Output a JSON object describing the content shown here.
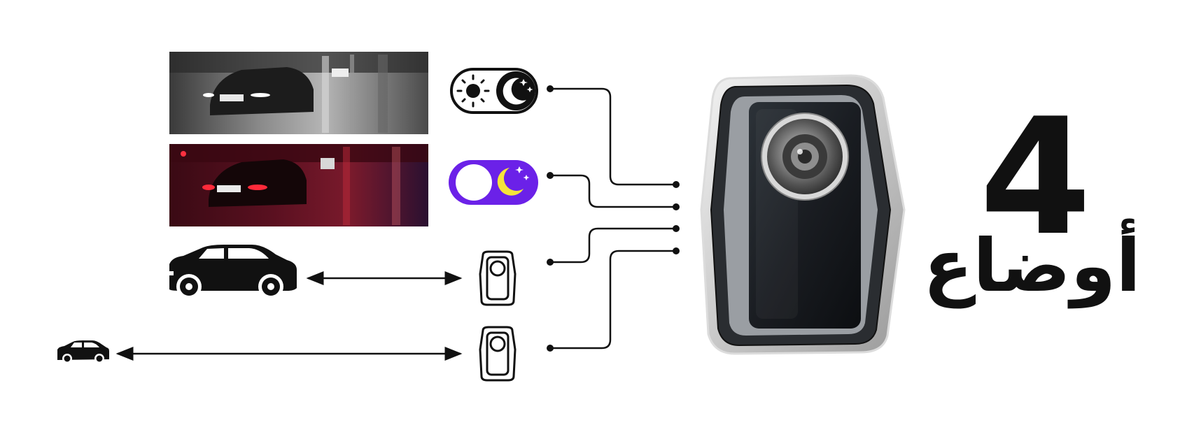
{
  "headline": {
    "number": "4",
    "label": "أوضاع"
  },
  "modes": [
    {
      "name": "night-monochrome-mode",
      "photo": "night-grayscale-parking-photo",
      "icon": "day-night-toggle-icon"
    },
    {
      "name": "night-color-mode",
      "photo": "night-color-parking-photo",
      "icon": "night-toggle-icon"
    },
    {
      "name": "near-distance-mode",
      "icon": "car-icon"
    },
    {
      "name": "far-distance-mode",
      "icon": "small-car-icon"
    }
  ],
  "colors": {
    "ink": "#111111",
    "accent": "#6b21e8",
    "moon": "#f5e43a"
  }
}
